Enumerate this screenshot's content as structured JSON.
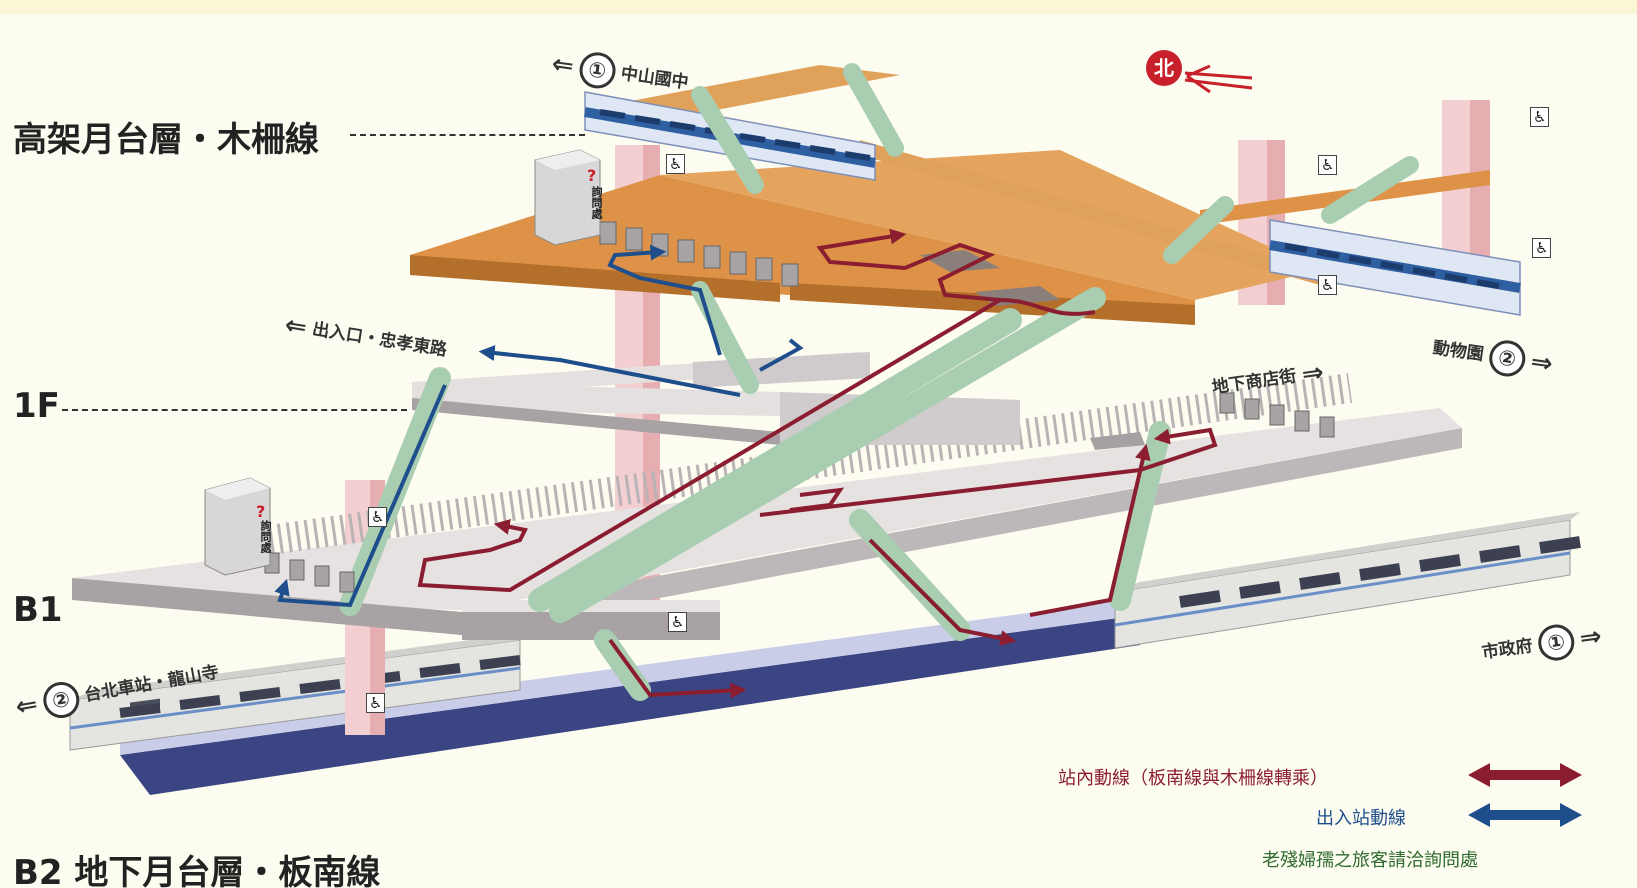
{
  "floors": {
    "elevated": "高架月台層・木柵線",
    "ground": "1F",
    "b1": "B1",
    "b2": "B2 地下月台層・板南線"
  },
  "directions": {
    "zhongshan_num": "①",
    "zhongshan": "中山國中",
    "zoo": "動物園",
    "zoo_num": "②",
    "exit": "出入口・忠孝東路",
    "mall": "地下商店街",
    "taipei_num": "②",
    "taipei": "台北車站・龍山寺",
    "cityhall": "市政府",
    "cityhall_num": "①"
  },
  "north": "北",
  "info_booth": {
    "icon": "?",
    "label": "詢問處"
  },
  "elevator_icon": "♿",
  "legend": {
    "transfer": "站內動線（板南線與木柵線轉乘）",
    "exit": "出入站動線",
    "note": "老殘婦孺之旅客請洽詢問處"
  },
  "colors": {
    "transfer_route": "#8b1d30",
    "exit_route": "#1f4e8c",
    "escalator": "#a9cdb0",
    "elevated_platform": "#d98c3f",
    "concourse": "#d9d6d6",
    "b2_platform": "#3b4583",
    "train_blue": "#2e5fa0",
    "north": "#c8202a",
    "note": "#2f6b2f"
  }
}
